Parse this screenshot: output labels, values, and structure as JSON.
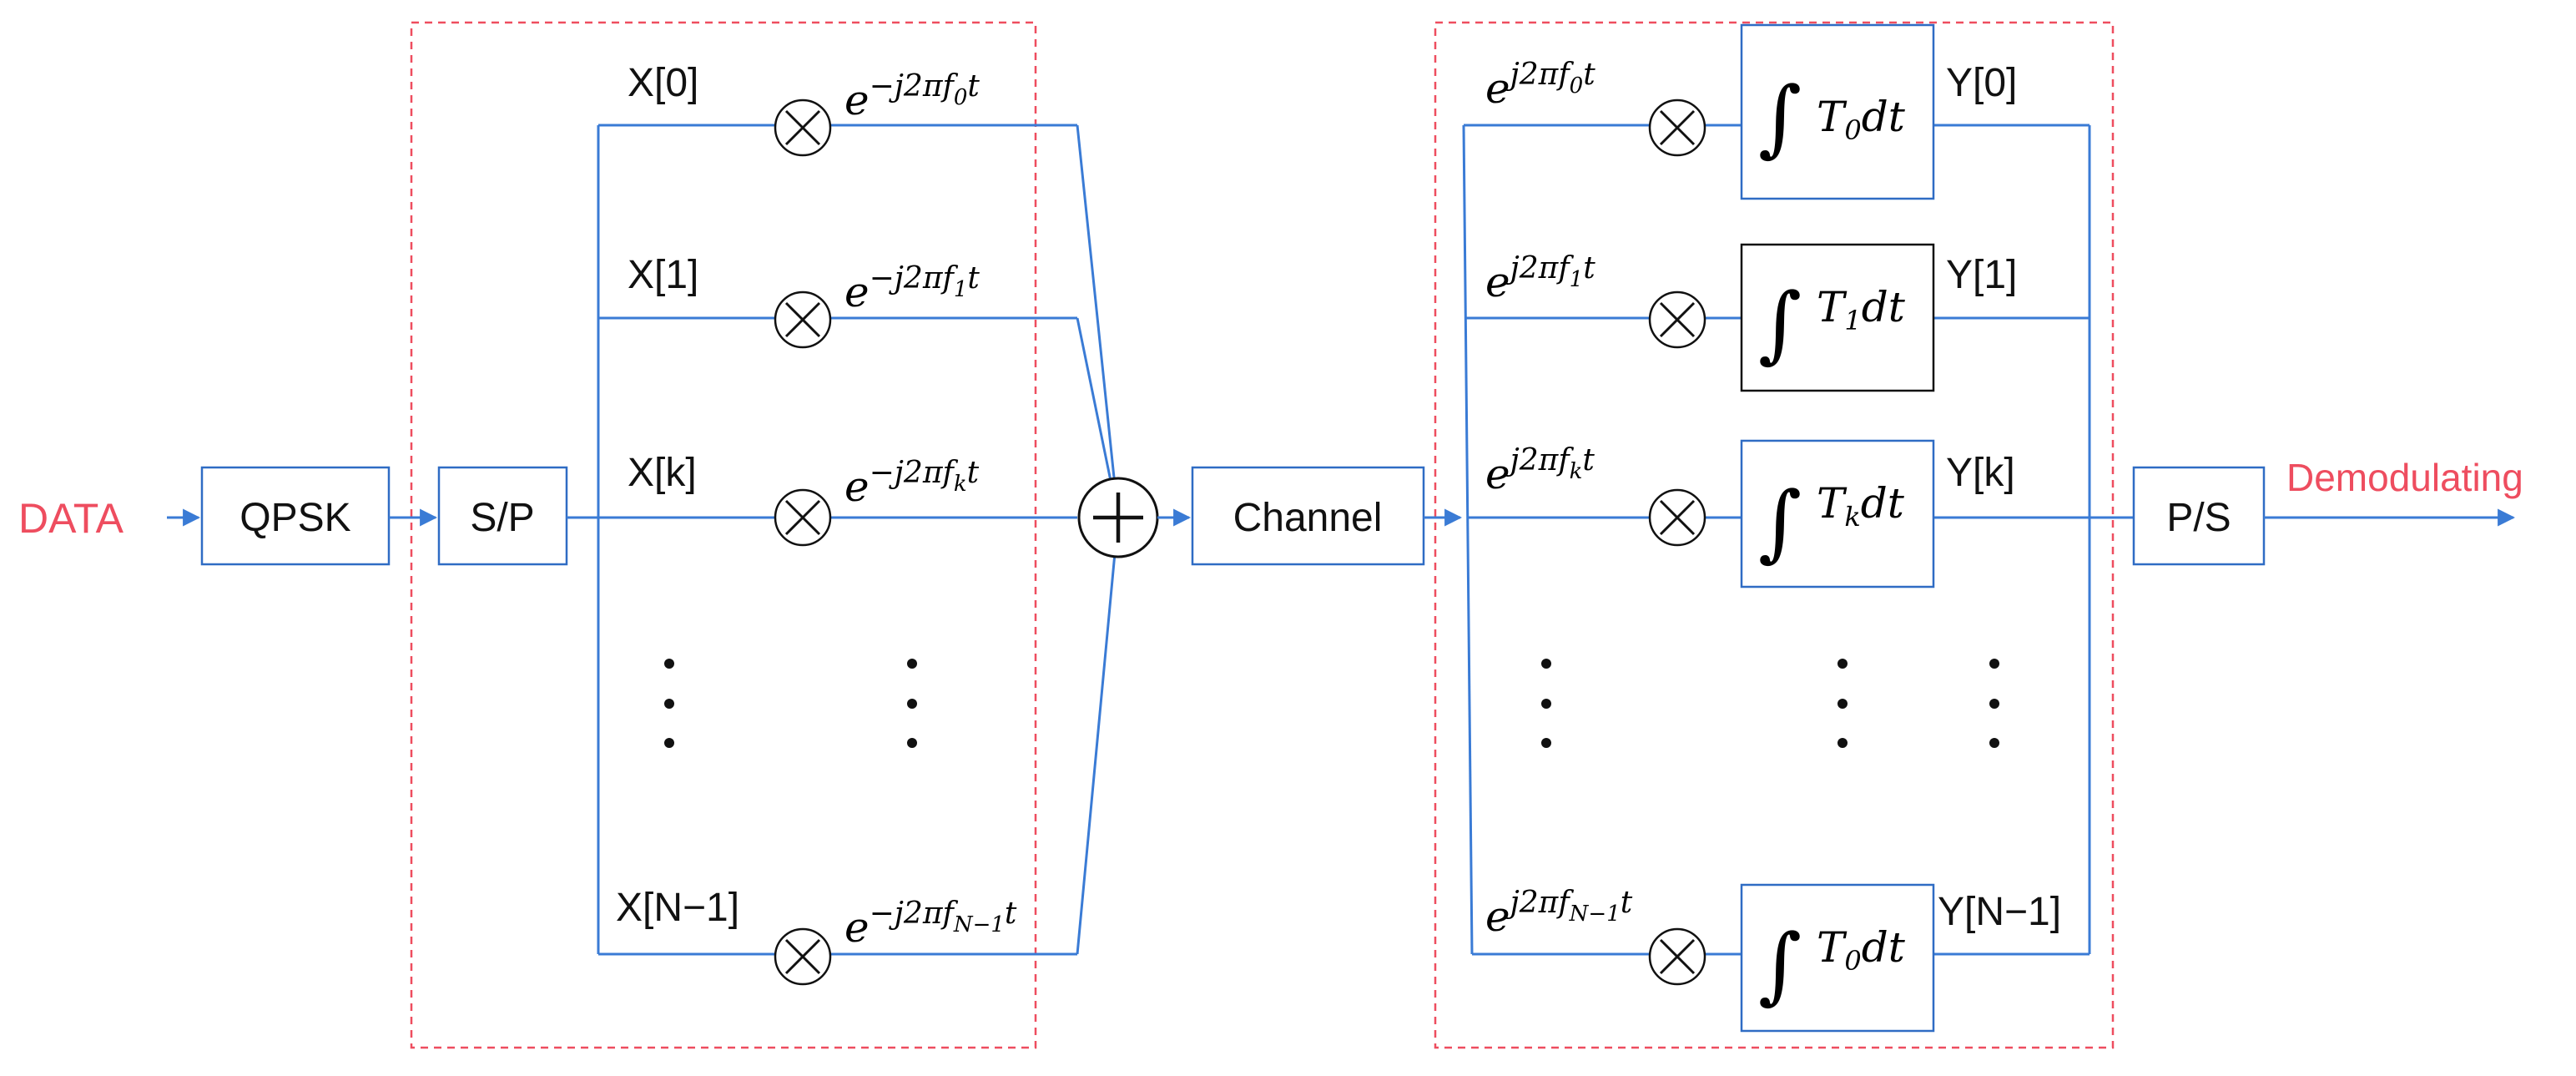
{
  "input_label": "DATA",
  "output_label": "Demodulating",
  "blocks": {
    "qpsk": "QPSK",
    "sp": "S/P",
    "channel": "Channel",
    "ps": "P/S"
  },
  "transmitter": {
    "branches": [
      {
        "input": "X[0]",
        "exp_base": "e",
        "exp": "−j2πf",
        "sub": "0",
        "tail": "t"
      },
      {
        "input": "X[1]",
        "exp_base": "e",
        "exp": "−j2πf",
        "sub": "1",
        "tail": "t"
      },
      {
        "input": "X[k]",
        "exp_base": "e",
        "exp": "−j2πf",
        "sub": "k",
        "tail": "t"
      },
      {
        "input": "X[N−1]",
        "exp_base": "e",
        "exp": "−j2πf",
        "sub": "N−1",
        "tail": "t"
      }
    ]
  },
  "receiver": {
    "branches": [
      {
        "exp_base": "e",
        "exp": "j2πf",
        "sub": "0",
        "tail": "t",
        "int_var": "T",
        "int_sub": "0",
        "int_tail": "dt",
        "output": "Y[0]"
      },
      {
        "exp_base": "e",
        "exp": "j2πf",
        "sub": "1",
        "tail": "t",
        "int_var": "T",
        "int_sub": "1",
        "int_tail": "dt",
        "output": "Y[1]"
      },
      {
        "exp_base": "e",
        "exp": "j2πf",
        "sub": "k",
        "tail": "t",
        "int_var": "T",
        "int_sub": "k",
        "int_tail": "dt",
        "output": "Y[k]"
      },
      {
        "exp_base": "e",
        "exp": "j2πf",
        "sub": "N−1",
        "tail": "t",
        "int_var": "T",
        "int_sub": "0",
        "int_tail": "dt",
        "output": "Y[N−1]"
      }
    ]
  },
  "symbols": {
    "multiply": "×",
    "sum": "+",
    "integral": "∫"
  },
  "colors": {
    "wire": "#3a7bd5",
    "box_border": "#2f6cc4",
    "dashed_border": "#ee4d5f",
    "label_red": "#ee4d5f",
    "text": "#111111"
  }
}
